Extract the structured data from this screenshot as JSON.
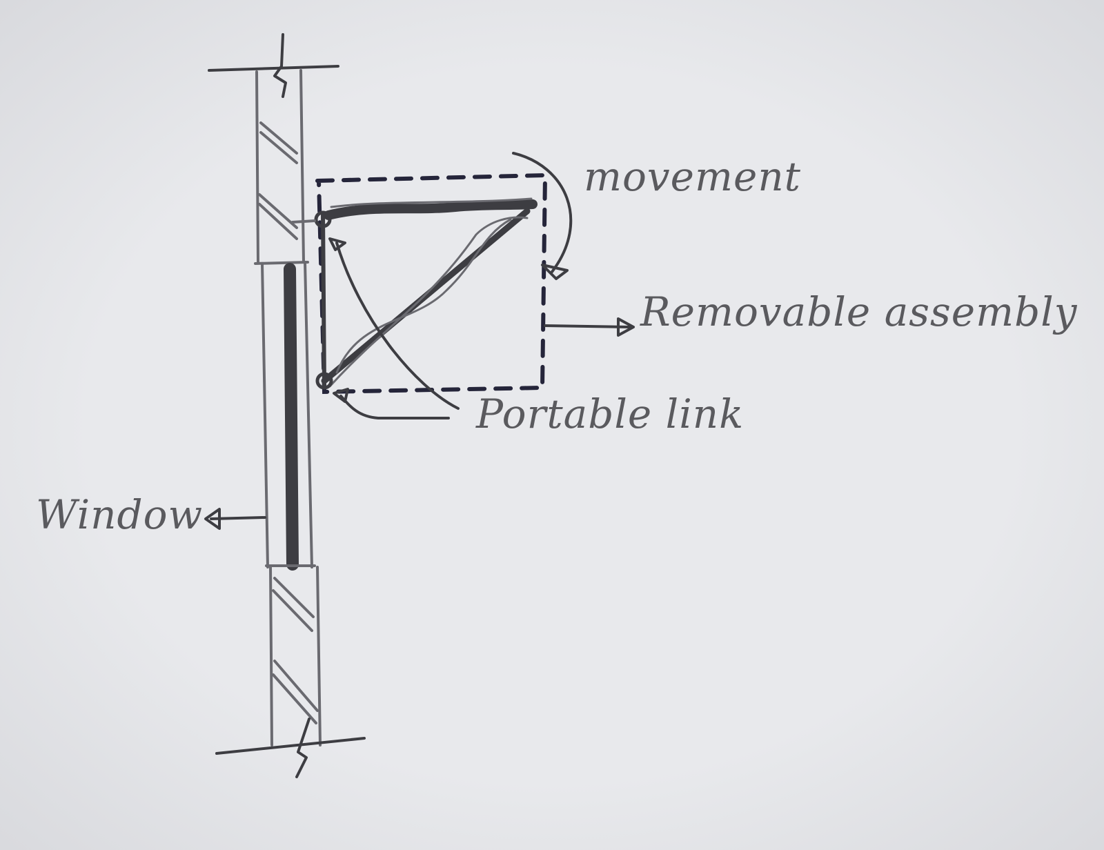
{
  "labels": {
    "movement": "movement",
    "removable_assembly": "Removable assembly",
    "portable_link": "Portable link",
    "window": "Window"
  },
  "colors": {
    "paper": "#e6e7ea",
    "pencil": "#6a6a70",
    "dark_pencil": "#3d3d42",
    "ink_dash": "#25253a"
  }
}
